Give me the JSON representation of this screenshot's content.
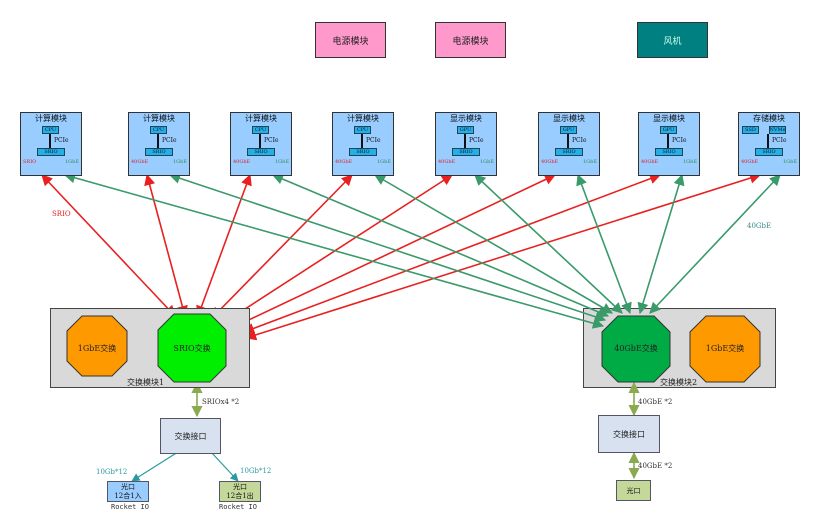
{
  "top": {
    "psu1": "电源模块",
    "psu2": "电源模块",
    "fan": "风机"
  },
  "modules": [
    {
      "title": "计算模块",
      "chip1": "CPU",
      "chip2": "SRIO",
      "pcie": "PCIe",
      "left": "SRIO",
      "right": "1GbE"
    },
    {
      "title": "计算模块",
      "chip1": "CPU",
      "chip2": "SRIO",
      "pcie": "PCIe",
      "left": "40GbE",
      "right": "1GbE"
    },
    {
      "title": "计算模块",
      "chip1": "CPU",
      "chip2": "SRIO",
      "pcie": "PCIe",
      "left": "40GbE",
      "right": "1GbE"
    },
    {
      "title": "计算模块",
      "chip1": "CPU",
      "chip2": "SRIO",
      "pcie": "PCIe",
      "left": "40GbE",
      "right": "1GbE"
    },
    {
      "title": "显示模块",
      "chip1": "GPU",
      "chip2": "SRIO",
      "pcie": "PCIe",
      "left": "40GbE",
      "right": "1GbE"
    },
    {
      "title": "显示模块",
      "chip1": "GPU",
      "chip2": "SRIO",
      "pcie": "PCIe",
      "left": "40GbE",
      "right": "1GbE"
    },
    {
      "title": "显示模块",
      "chip1": "GPU",
      "chip2": "SRIO",
      "pcie": "PCIe",
      "left": "40GbE",
      "right": "1GbE"
    },
    {
      "title": "存储模块",
      "chip1": "SSD",
      "chip1b": "NVMe",
      "chip2": "SRIO",
      "pcie": "PCIe",
      "left": "40GbE",
      "right": "1GbE"
    }
  ],
  "edge_labels": {
    "srio": "SRIO",
    "gbe40": "40GbE"
  },
  "switch1": {
    "oct1": "1GbE交换",
    "oct2": "SRIO交换",
    "label": "交换模块1",
    "link": "SRIOx4 *2",
    "iface": "交换接口",
    "port1_line1": "光口",
    "port1_line2": "12合1入",
    "port1_caption": "Rocket IO",
    "port1_speed": "10Gb*12",
    "port2_line1": "光口",
    "port2_line2": "12合1出",
    "port2_caption": "Rocket IO",
    "port2_speed": "10Gb*12"
  },
  "switch2": {
    "oct1": "40GbE交换",
    "oct2": "1GbE交换",
    "label": "交换模块2",
    "link": "40GbE *2",
    "iface": "交换接口",
    "link2": "40GbE *2",
    "port": "光口"
  },
  "colors": {
    "srio_line": "#e82020",
    "gbe_line": "#3a9a6a",
    "module_fill": "#99ccff",
    "psu_fill": "#ff99cc",
    "fan_fill": "#008080",
    "oct_orange": "#ff9900",
    "oct_green": "#00ee00",
    "oct_dkgreen": "#00aa44"
  }
}
